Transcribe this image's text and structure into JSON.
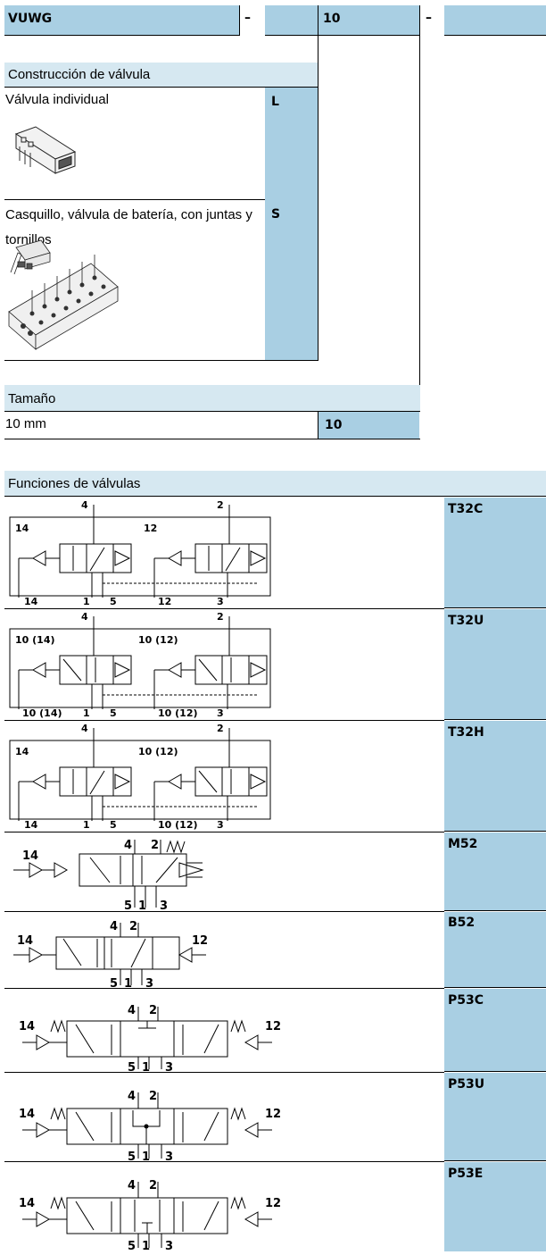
{
  "header": {
    "product": "VUWG",
    "dash1": "–",
    "size_code": "10",
    "dash2": "–"
  },
  "construction": {
    "heading": "Construcción de válvula",
    "options": [
      {
        "label": "Válvula individual",
        "code": "L"
      },
      {
        "label": "Casquillo, válvula de batería, con juntas y tornillos",
        "code": "S"
      }
    ]
  },
  "size": {
    "heading": "Tamaño",
    "label": "10 mm",
    "code": "10"
  },
  "functions": {
    "heading": "Funciones de válvulas",
    "codes": [
      "T32C",
      "T32U",
      "T32H",
      "M52",
      "B52",
      "P53C",
      "P53U",
      "P53E"
    ],
    "port_labels": {
      "p4": "4",
      "p2": "2",
      "p14": "14",
      "p12": "12",
      "p1": "1",
      "p5": "5",
      "p3": "3",
      "p10_14": "10 (14)",
      "p10_12": "10 (12)"
    }
  },
  "colors": {
    "accent_blue": "#a9cfe3",
    "header_blue": "#d6e8f1"
  }
}
